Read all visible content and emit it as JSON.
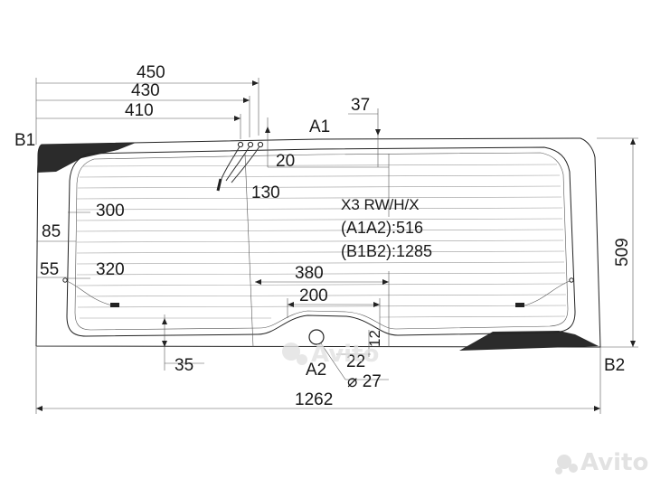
{
  "points": {
    "a1": "A1",
    "a2": "A2",
    "b1": "B1",
    "b2": "B2"
  },
  "dimensions": {
    "d450": "450",
    "d430": "430",
    "d410": "410",
    "d37": "37",
    "d20": "20",
    "d130": "130",
    "d300": "300",
    "d85": "85",
    "d55": "55",
    "d320": "320",
    "d380": "380",
    "d200": "200",
    "d12": "12",
    "d35": "35",
    "d22": "22",
    "d27": "⌀ 27",
    "d1262": "1262",
    "d509": "509"
  },
  "info": {
    "model": "X3 RW/H/X",
    "a1a2": "(A1A2):516",
    "b1b2": "(B1B2):1285"
  },
  "watermark": {
    "text": "Avito"
  },
  "colors": {
    "line": "#222222",
    "frit": "#2b2b2b",
    "grid": "#9a9a9a",
    "watermark": "#e2e2e2"
  }
}
